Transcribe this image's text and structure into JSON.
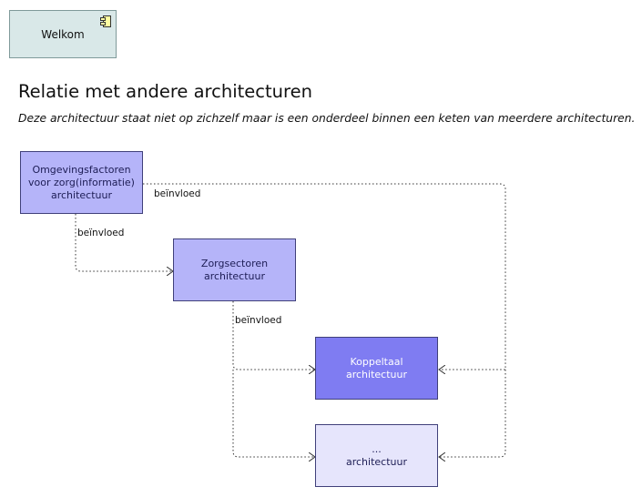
{
  "welkom_button": {
    "label": "Welkom",
    "icon": "component-icon"
  },
  "section": {
    "title": "Relatie met andere architecturen",
    "subtitle": "Deze architectuur staat niet op zichzelf maar is een onderdeel binnen een keten van meerdere architecturen."
  },
  "diagram": {
    "nodes": [
      {
        "id": "omgevingsfactoren",
        "lines": [
          "Omgevingsfactoren",
          "voor zorg(informatie)",
          "architectuur"
        ],
        "fill": "#b5b4f9"
      },
      {
        "id": "zorgsectoren",
        "lines": [
          "Zorgsectoren",
          "architectuur"
        ],
        "fill": "#b5b4f9"
      },
      {
        "id": "koppeltaal",
        "lines": [
          "Koppeltaal",
          "architectuur"
        ],
        "fill": "#7f7cf2"
      },
      {
        "id": "overig",
        "lines": [
          "...",
          "architectuur"
        ],
        "fill": "#e6e5fc"
      }
    ],
    "edges": [
      {
        "from": "omgevingsfactoren",
        "to": "koppeltaal",
        "label": "beïnvloed"
      },
      {
        "from": "omgevingsfactoren",
        "to": "overig",
        "label": ""
      },
      {
        "from": "omgevingsfactoren",
        "to": "zorgsectoren",
        "label": "beïnvloed"
      },
      {
        "from": "zorgsectoren",
        "to": "koppeltaal",
        "label": "beïnvloed"
      },
      {
        "from": "zorgsectoren",
        "to": "overig",
        "label": ""
      }
    ],
    "edge_style": "dotted",
    "line_color": "#333333"
  }
}
